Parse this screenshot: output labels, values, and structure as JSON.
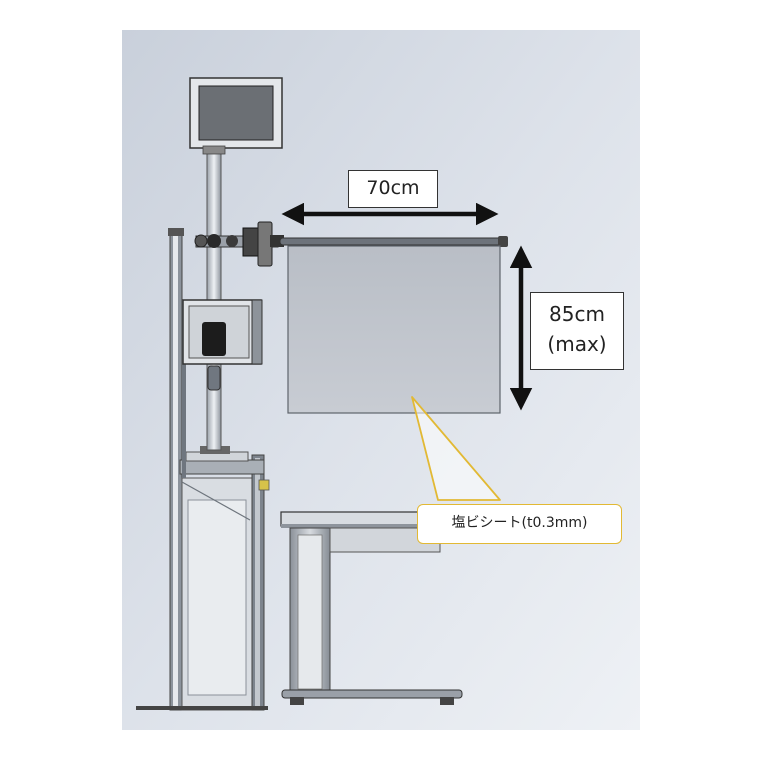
{
  "diagram": {
    "dimensions": {
      "width_label": "70cm",
      "height_label": "85cm",
      "height_note": "(max)"
    },
    "callout": {
      "material_label": "塩ビシート(t0.3mm)"
    },
    "colors": {
      "background": "#d5dbe6",
      "sheet": "#c2c7ce",
      "callout_border": "#e2b934",
      "arrow": "#111111"
    }
  }
}
